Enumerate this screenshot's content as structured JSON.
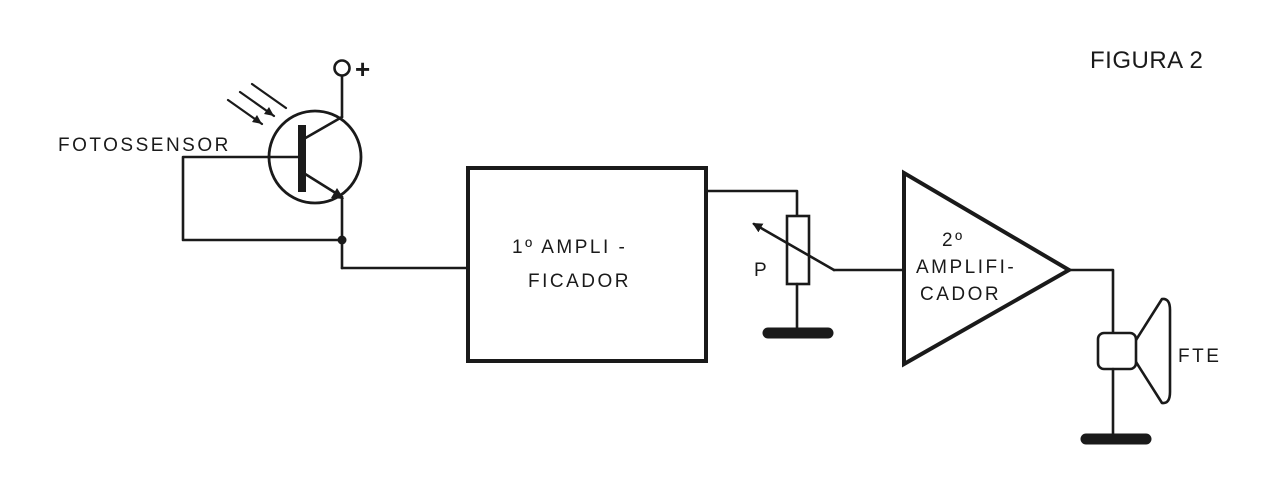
{
  "figure": {
    "title": "FIGURA 2"
  },
  "labels": {
    "sensor": "FOTOSSENSOR",
    "supply": "+",
    "amp1_line1": "1º  AMPLI -",
    "amp1_line2": "FICADOR",
    "pot": "P",
    "amp2_line1": "2º",
    "amp2_line2": "AMPLIFI-",
    "amp2_line3": "CADOR",
    "speaker": "FTE"
  },
  "colors": {
    "ink": "#1a1a1a",
    "paper": "#ffffff"
  }
}
